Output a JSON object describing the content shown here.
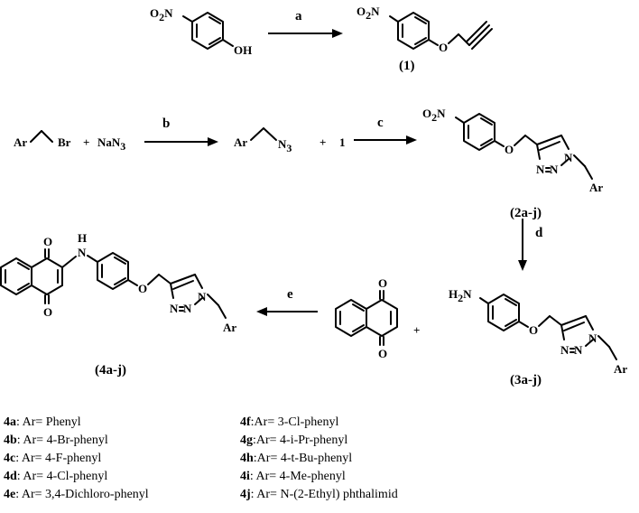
{
  "reagents": {
    "a": "a",
    "b": "b",
    "c": "c",
    "d": "d",
    "e": "e"
  },
  "atoms": {
    "o2n_1": "O",
    "o2n_2": "N",
    "o2n_sub": "2",
    "oh": "OH",
    "o": "O",
    "n": "N",
    "h": "H",
    "h2n": "H",
    "h2n_sub": "2",
    "h2n_n": "N",
    "ar": "Ar",
    "br": "Br",
    "nan3": "NaN",
    "nan3_sub": "3",
    "n3": "N",
    "n3_sub": "3",
    "plus": "+",
    "one": "1"
  },
  "compounds": {
    "c1": "(1)",
    "c2": "(2a-j)",
    "c3": "(3a-j)",
    "c4": "(4a-j)"
  },
  "legend": [
    {
      "id": "4a",
      "text": ": Ar= Phenyl"
    },
    {
      "id": "4b",
      "text": ": Ar= 4-Br-phenyl"
    },
    {
      "id": "4c",
      "text": ": Ar= 4-F-phenyl"
    },
    {
      "id": "4d",
      "text": ": Ar= 4-Cl-phenyl"
    },
    {
      "id": "4e",
      "text": ": Ar= 3,4-Dichloro-phenyl"
    },
    {
      "id": "4f",
      "text": ":Ar= 3-Cl-phenyl"
    },
    {
      "id": "4g",
      "text": ":Ar= 4-i-Pr-phenyl"
    },
    {
      "id": "4h",
      "text": ":Ar= 4-t-Bu-phenyl"
    },
    {
      "id": "4i",
      "text": ": Ar= 4-Me-phenyl"
    },
    {
      "id": "4j",
      "text": ": Ar= N-(2-Ethyl) phthalimid"
    }
  ]
}
